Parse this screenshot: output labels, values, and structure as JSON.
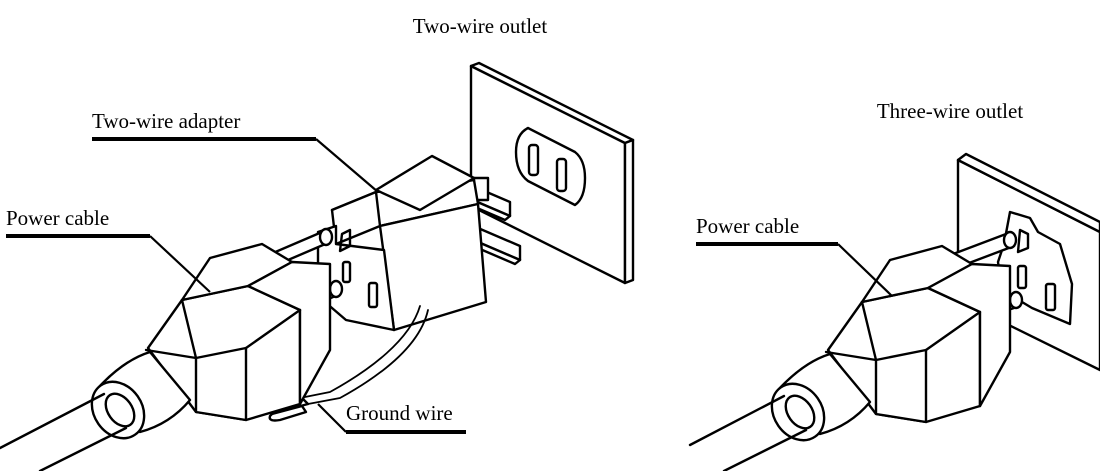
{
  "labels": {
    "two_wire_outlet": "Two-wire outlet",
    "two_wire_adapter": "Two-wire adapter",
    "power_cable_left": "Power cable",
    "ground_wire": "Ground wire",
    "three_wire_outlet": "Three-wire outlet",
    "power_cable_right": "Power cable"
  }
}
